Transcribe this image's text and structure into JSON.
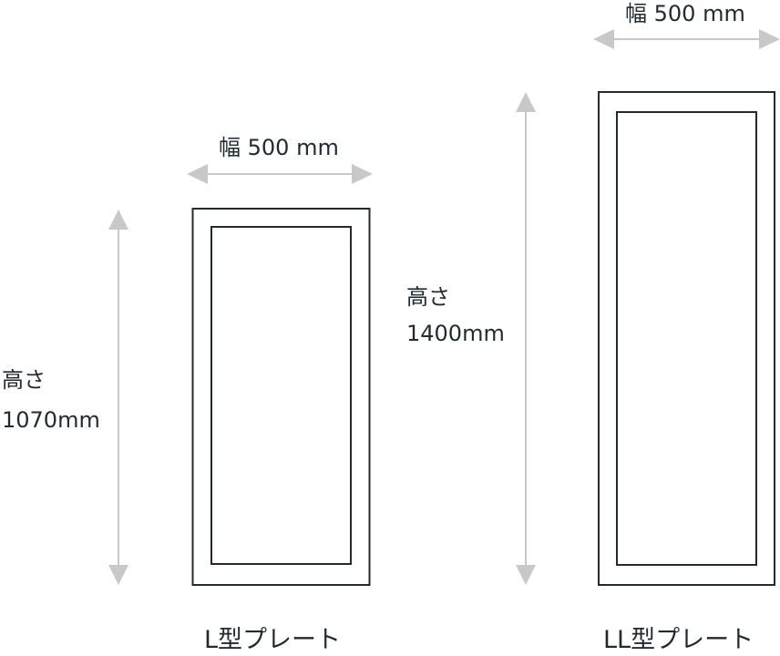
{
  "colors": {
    "arrow": "#c8c8c8",
    "frame": "#1f2a33",
    "text": "#1f2a33",
    "background": "#ffffff"
  },
  "plates": [
    {
      "name": "L型プレート",
      "width_label": "幅 500 mm",
      "height_label_line1": "高さ",
      "height_label_line2": "1070mm"
    },
    {
      "name": "LL型プレート",
      "width_label": "幅 500 mm",
      "height_label_line1": "高さ",
      "height_label_line2": "1400mm"
    }
  ]
}
